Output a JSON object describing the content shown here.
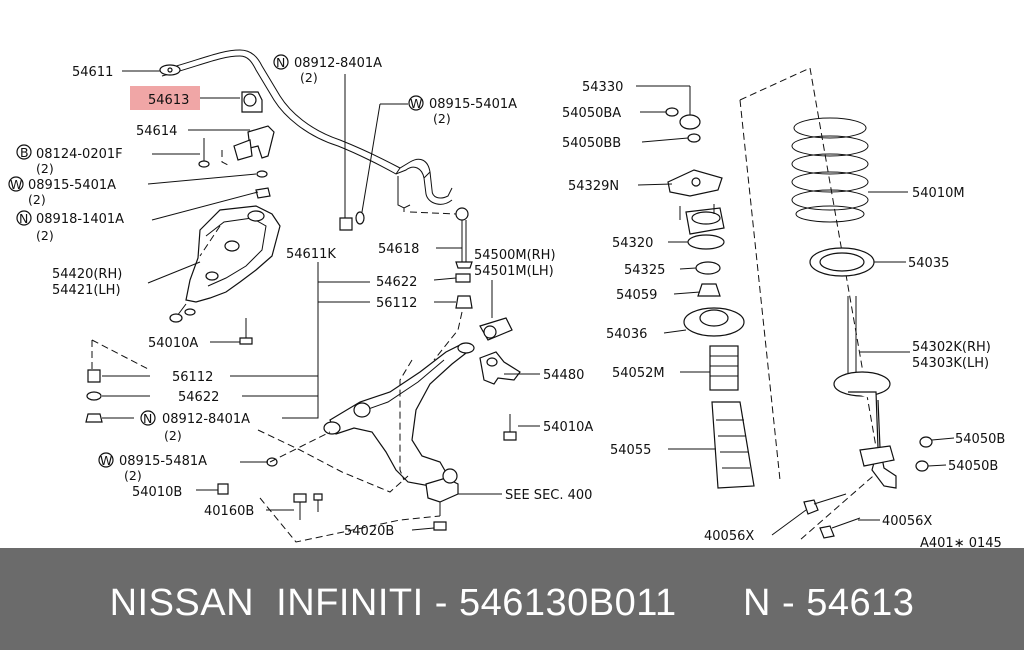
{
  "highlight_color": "#f0a6a6",
  "footer_color": "#6b6b6b",
  "labels": {
    "p54611": "54611",
    "p54613": "54613",
    "p54614": "54614",
    "b08124": "08124-0201F",
    "b08124_qty": "(2)",
    "w08915a": "08915-5401A",
    "w08915a_qty": "(2)",
    "n08918": "08918-1401A",
    "n08918_qty": "(2)",
    "p54420": "54420(RH)",
    "p54421": "54421(LH)",
    "p54010a_left": "54010A",
    "n08912_top": "08912-8401A",
    "n08912_top_qty": "(2)",
    "w08915b": "08915-5401A",
    "w08915b_qty": "(2)",
    "p54611k": "54611K",
    "p54618": "54618",
    "p54622_top": "54622",
    "p56112_top": "56112",
    "p54500m": "54500M(RH)",
    "p54501m": "54501M(LH)",
    "p56112_left": "56112",
    "p54622_left": "54622",
    "n08912_left": "08912-8401A",
    "n08912_left_qty": "(2)",
    "w08915c": "08915-5481A",
    "w08915c_qty": "(2)",
    "p54010b": "54010B",
    "p40160b": "40160B",
    "p54020b": "54020B",
    "see_sec": "SEE SEC. 400",
    "p54480": "54480",
    "p54010a_mid": "54010A",
    "p54330": "54330",
    "p54050ba": "54050BA",
    "p54050bb": "54050BB",
    "p54329n": "54329N",
    "p54320": "54320",
    "p54325": "54325",
    "p54059": "54059",
    "p54036": "54036",
    "p54052m": "54052M",
    "p54055": "54055",
    "p40056x_left": "40056X",
    "p40056x_right": "40056X",
    "p54010m": "54010M",
    "p54035": "54035",
    "p54302k": "54302K(RH)",
    "p54303k": "54303K(LH)",
    "p54050b_a": "54050B",
    "p54050b_b": "54050B",
    "diagram_code": "A401∗ 0145",
    "prefix_n": "N",
    "prefix_b": "B",
    "prefix_w": "W"
  },
  "footer": {
    "text": "NISSAN  INFINITI - 546130B011      N - 54613"
  }
}
